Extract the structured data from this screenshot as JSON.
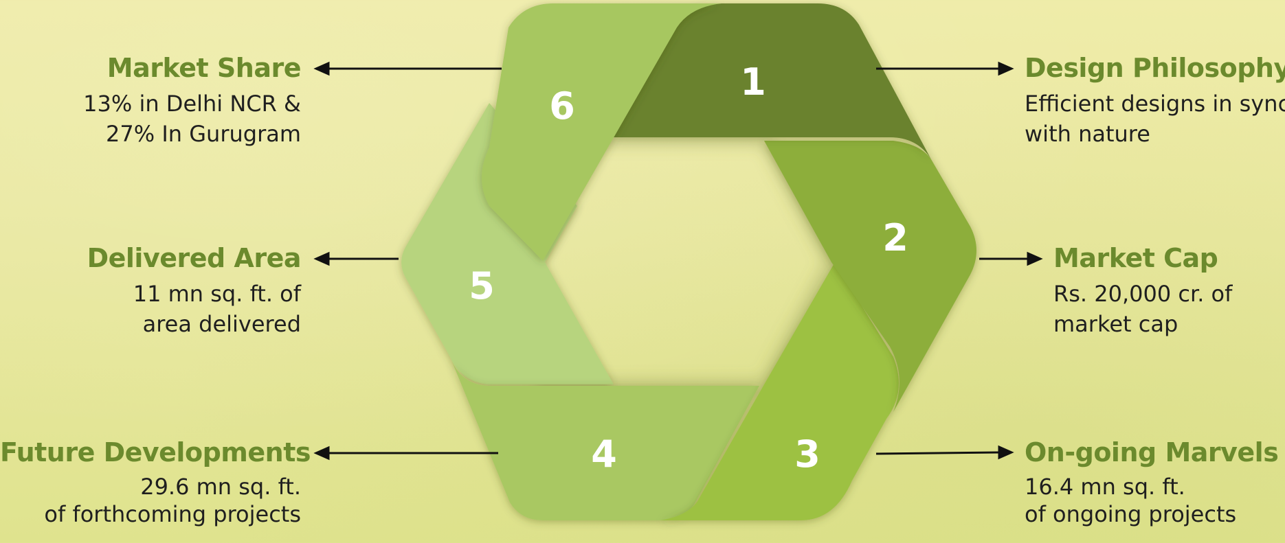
{
  "diagram": {
    "segment_numbers": [
      "1",
      "2",
      "3",
      "4",
      "5",
      "6"
    ],
    "colors": {
      "seg1": "#6b822d",
      "seg2": "#8dae3a",
      "seg3": "#9dc143",
      "seg4": "#a9c862",
      "seg5": "#b7d47e",
      "seg6": "#a7c760",
      "title": "#6b8a2d",
      "text": "#1f1f1f"
    }
  },
  "callouts": {
    "market_share": {
      "title": "Market Share",
      "line1": "13% in Delhi NCR &",
      "line2": "27% In Gurugram"
    },
    "delivered_area": {
      "title": "Delivered Area",
      "line1": "11 mn sq. ft. of",
      "line2": "area delivered"
    },
    "future_developments": {
      "title": "Future Developments",
      "line1": "29.6 mn sq. ft.",
      "line2": "of forthcoming projects"
    },
    "design_philosophy": {
      "title": "Design Philosophy",
      "line1": "Efficient designs in sync",
      "line2": "with nature"
    },
    "market_cap": {
      "title": "Market Cap",
      "line1": "Rs. 20,000 cr. of",
      "line2": "market cap"
    },
    "ongoing_marvels": {
      "title": "On-going Marvels",
      "line1": "16.4 mn sq. ft.",
      "line2": "of ongoing projects"
    }
  }
}
